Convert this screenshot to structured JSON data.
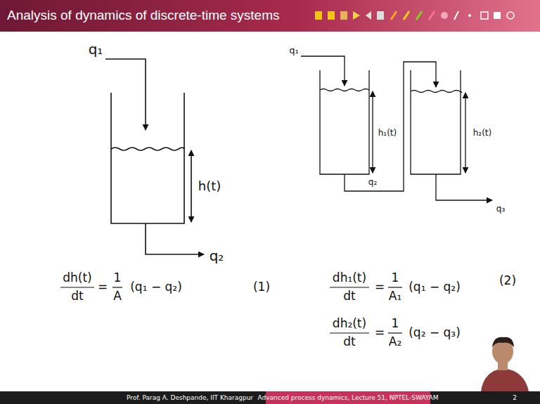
{
  "diagram": {
    "title": "Analysis of dynamics of discrete-time systems",
    "labels": [
      "q₁",
      "h(t)",
      "q₂",
      "dh(t)",
      "dt",
      "=",
      "1",
      "A",
      "(q₁ − q₂)",
      "(1)",
      "q₁",
      "h₁(t)",
      "q₂",
      "h₂(t)",
      "q₃",
      "dh₁(t)",
      "dt",
      "=",
      "1",
      "A₁",
      "(q₁ − q₂)",
      "(2)",
      "dh₂(t)",
      "dt",
      "=",
      "1",
      "A₂",
      "(q₂ − q₃)",
      "Prof. Parag A. Deshpande, IIT Kharagpur",
      "Advanced process dynamics, Lecture 51, NPTEL-SWAYAM",
      "2"
    ]
  }
}
